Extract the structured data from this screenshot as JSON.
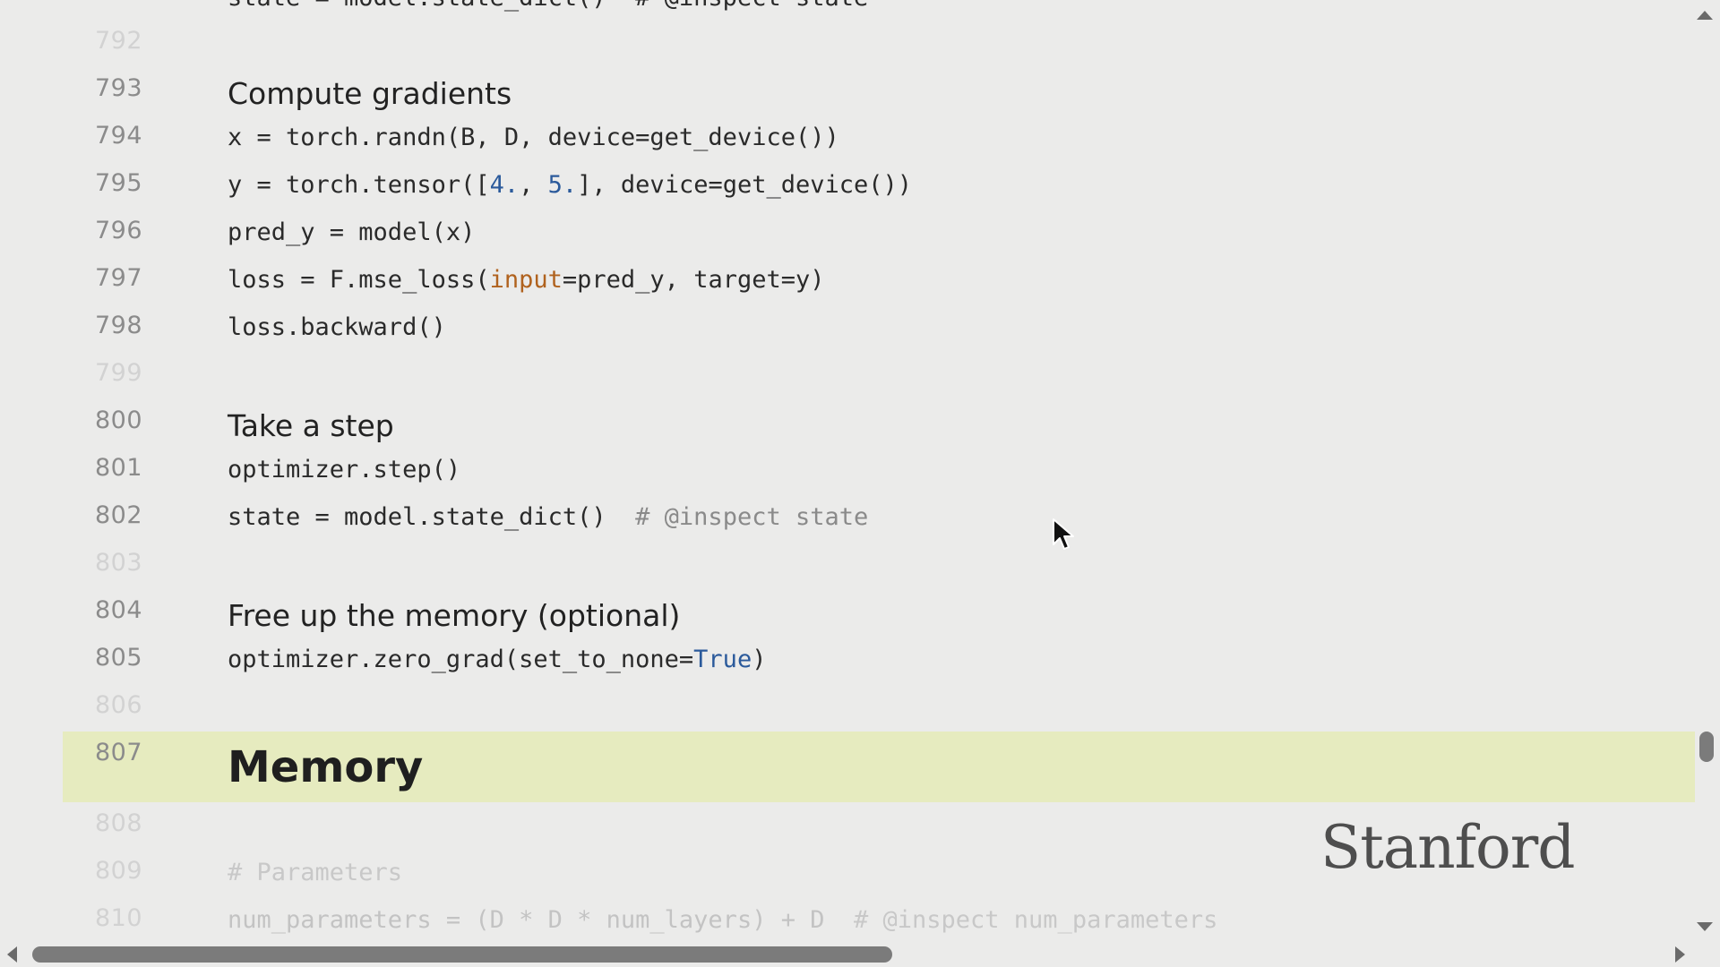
{
  "cutoff_line": "state = model.state_dict()  # @inspect state",
  "lines": [
    {
      "num": "792",
      "text": ""
    },
    {
      "num": "793",
      "text": "Compute gradients"
    },
    {
      "num": "794",
      "text": "x = torch.randn(B, D, device=get_device())"
    },
    {
      "num": "795",
      "prefix": "y = torch.tensor([",
      "n1": "4.",
      "mid": ", ",
      "n2": "5.",
      "suffix": "], device=get_device())"
    },
    {
      "num": "796",
      "text": "pred_y = model(x)"
    },
    {
      "num": "797",
      "prefix": "loss = F.mse_loss(",
      "kw": "input",
      "suffix": "=pred_y, target=y)"
    },
    {
      "num": "798",
      "text": "loss.backward()"
    },
    {
      "num": "799",
      "text": ""
    },
    {
      "num": "800",
      "text": "Take a step"
    },
    {
      "num": "801",
      "text": "optimizer.step()"
    },
    {
      "num": "802",
      "code": "state = model.state_dict()  ",
      "comment": "# @inspect state"
    },
    {
      "num": "803",
      "text": ""
    },
    {
      "num": "804",
      "text": "Free up the memory (optional)"
    },
    {
      "num": "805",
      "prefix": "optimizer.zero_grad(set_to_none=",
      "const": "True",
      "suffix": ")"
    },
    {
      "num": "806",
      "text": ""
    },
    {
      "num": "807",
      "text": "Memory"
    },
    {
      "num": "808",
      "text": ""
    },
    {
      "num": "809",
      "comment": "# Parameters"
    },
    {
      "num": "810",
      "code": "num_parameters = (D * D * num_layers) + D  ",
      "comment": "# @inspect num_parameters"
    }
  ],
  "watermark": "Stanford",
  "colors": {
    "background": "#ebebea",
    "highlight": "#e6ebbf",
    "number_literal": "#2b5a9b",
    "keyword_arg": "#b0621e"
  },
  "icons": {
    "cursor": "mouse-pointer-icon",
    "scroll_up": "scroll-up-arrow-icon",
    "scroll_down": "scroll-down-arrow-icon",
    "scroll_left": "scroll-left-arrow-icon",
    "scroll_right": "scroll-right-arrow-icon"
  }
}
